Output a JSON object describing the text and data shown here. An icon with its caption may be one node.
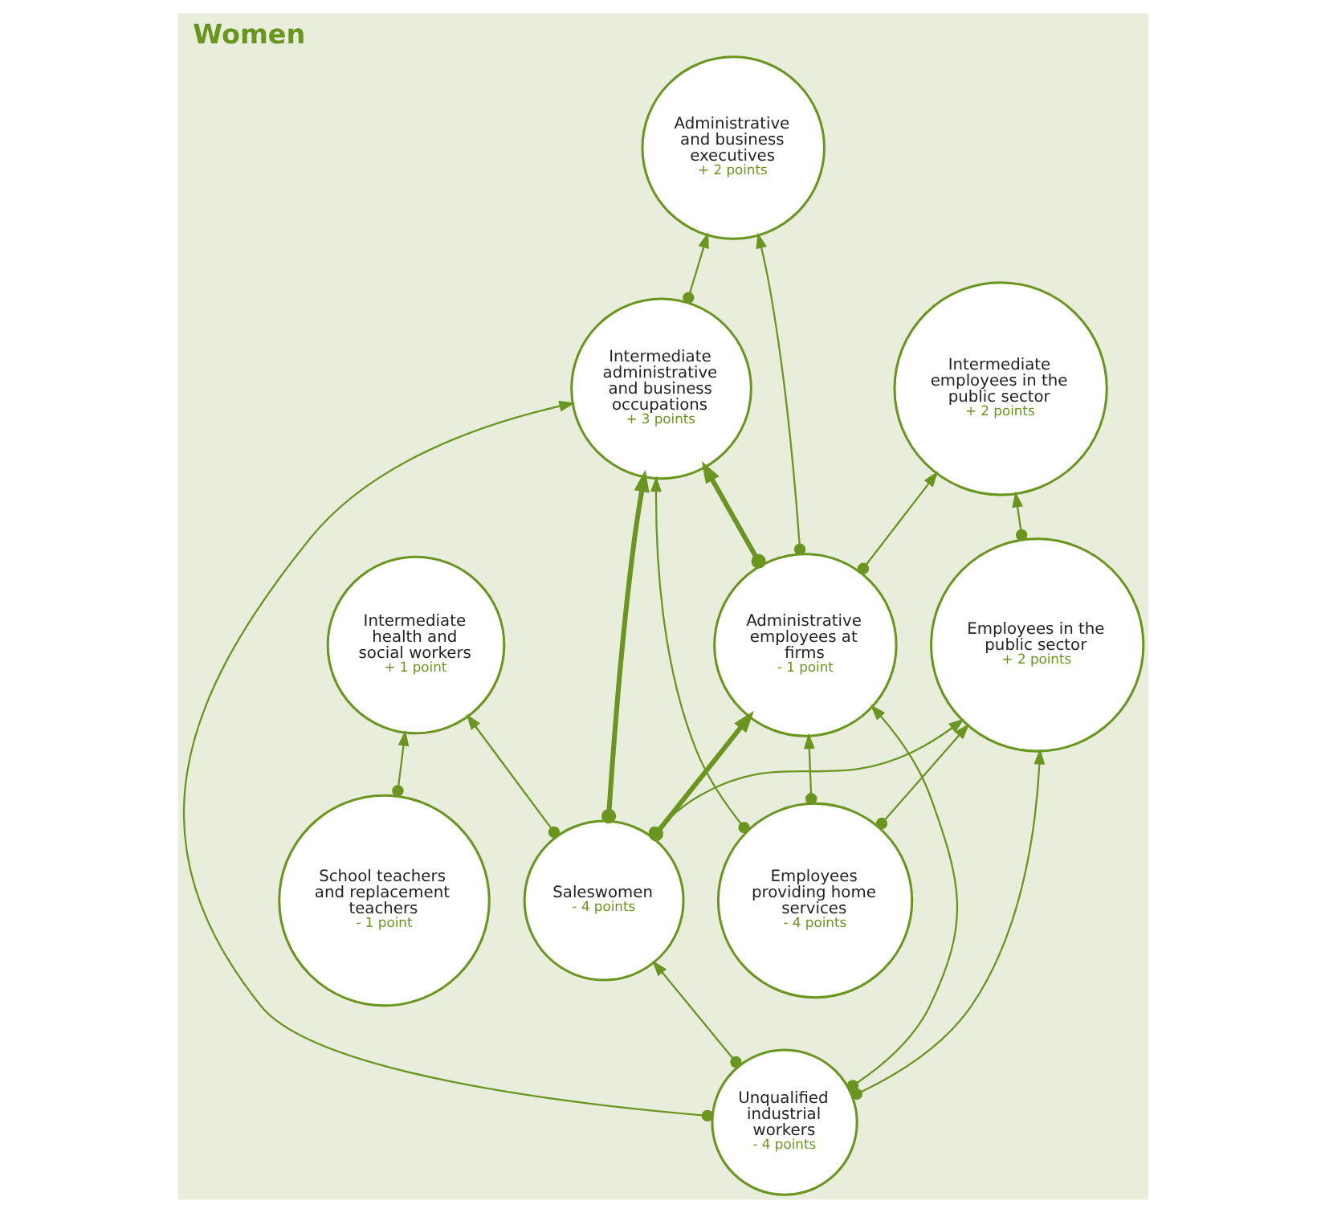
{
  "diagram": {
    "title": "Women",
    "nodes": [
      {
        "text": [
          "School teachers and replacement teachers",
          "- 1 point"
        ]
      },
      {
        "text": [
          "Intermediate health and social workers",
          "+ 1 point"
        ]
      },
      {
        "text": [
          "Administrative and business executives",
          "+ 2 points"
        ]
      },
      {
        "text": [
          "Intermediate employees in the public sector",
          "+ 2 points"
        ]
      },
      {
        "text": [
          "Intermediate administrative and business occupations",
          "+ 3 points"
        ]
      },
      {
        "text": [
          "Employees in the public sector",
          "+ 2 points"
        ]
      },
      {
        "text": [
          "Administrative employees at firms",
          "- 1 point"
        ]
      },
      {
        "text": [
          "Saleswomen",
          "- 4 points"
        ]
      },
      {
        "text": [
          "Unqualified industrial workers",
          "- 4 points"
        ]
      },
      {
        "text": [
          "Employees providing home services",
          "- 4 points"
        ]
      }
    ],
    "edges": [
      {
        "from": 0,
        "to": 1,
        "arrow": "to"
      },
      {
        "from": 7,
        "to": 1,
        "arrow": "to"
      },
      {
        "from": 5,
        "to": 3,
        "arrow": "to"
      },
      {
        "from": 6,
        "to": 3,
        "arrow": "to"
      },
      {
        "from": 6,
        "to": 2,
        "arrow": "to"
      },
      {
        "from": 4,
        "to": 2,
        "arrow": "to"
      },
      {
        "from": 6,
        "to": 4,
        "arrow": "to",
        "style": "thick"
      },
      {
        "from": 7,
        "to": 4,
        "arrow": "to",
        "style": "thick"
      },
      {
        "from": 7,
        "to": 6,
        "arrow": "to",
        "style": "thick"
      },
      {
        "from": 7,
        "to": 5,
        "arrow": "to"
      },
      {
        "from": 8,
        "to": 7,
        "arrow": "to"
      },
      {
        "from": 8,
        "to": 5,
        "arrow": "to"
      },
      {
        "from": 8,
        "to": 6,
        "arrow": "to"
      },
      {
        "from": 8,
        "to": 4,
        "arrow": "to"
      },
      {
        "from": 9,
        "to": 4,
        "arrow": "to"
      },
      {
        "from": 9,
        "to": 6,
        "arrow": "to"
      },
      {
        "from": 9,
        "to": 5,
        "arrow": "to"
      }
    ]
  }
}
